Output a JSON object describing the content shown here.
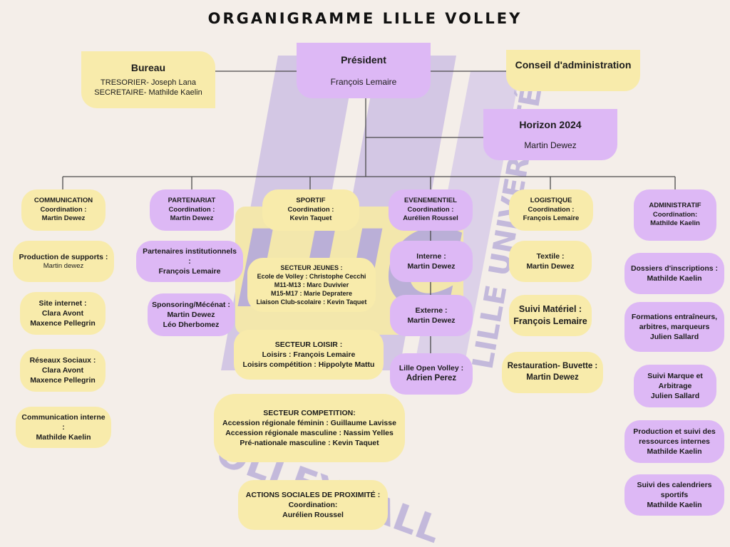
{
  "title": "ORGANIGRAMME LILLE VOLLEY",
  "colors": {
    "yellow": "#f8ebab",
    "violet": "#ddb8f5",
    "background": "#f4eee9",
    "watermark": "#b9a8e0"
  },
  "watermark": {
    "logo_text": "LUC",
    "arc_text": "LILLE UNIVERSITÉ",
    "bottom_text": "OLLEYBALL"
  },
  "top": {
    "president": {
      "heading": "Président",
      "name": "François Lemaire"
    },
    "bureau": {
      "heading": "Bureau",
      "line1": "TRESORIER- Joseph Lana",
      "line2": "SECRETAIRE- Mathilde Kaelin"
    },
    "conseil": {
      "heading": "Conseil d'administration"
    },
    "horizon": {
      "heading": "Horizon 2024",
      "name": "Martin Dewez"
    }
  },
  "communication": {
    "head": {
      "title": "COMMUNICATION",
      "coord": "Coordination :",
      "name": "Martin Dewez"
    },
    "supports": {
      "title": "Production de supports :",
      "name": "Martin dewez"
    },
    "site": {
      "title": "Site internet :",
      "name1": "Clara Avont",
      "name2": "Maxence Pellegrin"
    },
    "reseaux": {
      "title": "Réseaux Sociaux :",
      "name1": "Clara Avont",
      "name2": "Maxence Pellegrin"
    },
    "interne": {
      "title": "Communication interne :",
      "name": "Mathilde Kaelin"
    }
  },
  "partenariat": {
    "head": {
      "title": "PARTENARIAT",
      "coord": "Coordination :",
      "name": "Martin Dewez"
    },
    "institutionnels": {
      "title": "Partenaires institutionnels :",
      "name": "François Lemaire"
    },
    "sponsoring": {
      "title": "Sponsoring/Mécénat :",
      "name1": "Martin Dewez",
      "name2": "Léo Dherbomez"
    }
  },
  "sportif": {
    "head": {
      "title": "SPORTIF",
      "coord": "Coordination :",
      "name": "Kevin Taquet"
    },
    "jeunes": {
      "title": "SECTEUR JEUNES :",
      "l1": "Ecole de Volley : Christophe Cecchi",
      "l2": "M11-M13 : Marc Duvivier",
      "l3": "M15-M17 : Marie Depratere",
      "l4": "Liaison Club-scolaire : Kevin Taquet"
    },
    "loisir": {
      "title": "SECTEUR LOISIR :",
      "l1": "Loisirs : François Lemaire",
      "l2": "Loisirs compétition : Hippolyte Mattu"
    },
    "competition": {
      "title": "SECTEUR COMPETITION:",
      "l1": "Accession régionale féminin : Guillaume Lavisse",
      "l2": "Accession régionale masculine : Nassim Yelles",
      "l3": "Pré-nationale masculine : Kevin Taquet"
    },
    "sociales": {
      "title": "ACTIONS SOCIALES DE PROXIMITÉ :",
      "coord": "Coordination:",
      "name": "Aurélien Roussel"
    }
  },
  "evenementiel": {
    "head": {
      "title": "EVENEMENTIEL",
      "coord": "Coordination :",
      "name": "Aurélien Roussel"
    },
    "interne": {
      "title": "Interne :",
      "name": "Martin Dewez"
    },
    "externe": {
      "title": "Externe :",
      "name": "Martin Dewez"
    },
    "open": {
      "title": "Lille Open Volley :",
      "name": "Adrien Perez"
    }
  },
  "logistique": {
    "head": {
      "title": "LOGISTIQUE",
      "coord": "Coordination :",
      "name": "François Lemaire"
    },
    "textile": {
      "title": "Textile :",
      "name": "Martin Dewez"
    },
    "materiel": {
      "title": "Suivi Matériel :",
      "name": "François Lemaire"
    },
    "buvette": {
      "title": "Restauration- Buvette :",
      "name": "Martin Dewez"
    }
  },
  "administratif": {
    "head": {
      "title": "ADMINISTRATIF",
      "coord": "Coordination:",
      "name": "Mathilde Kaelin"
    },
    "inscriptions": {
      "title": "Dossiers d'inscriptions :",
      "name": "Mathilde Kaelin"
    },
    "formations": {
      "l1": "Formations entraîneurs,",
      "l2": "arbitres, marqueurs",
      "name": "Julien Sallard"
    },
    "marque": {
      "l1": "Suivi Marque et",
      "l2": "Arbitrage",
      "name": "Julien Sallard"
    },
    "ressources": {
      "l1": "Production et suivi des",
      "l2": "ressources internes",
      "name": "Mathilde Kaelin"
    },
    "calendriers": {
      "l1": "Suivi des calendriers",
      "l2": "sportifs",
      "name": "Mathilde Kaelin"
    }
  }
}
